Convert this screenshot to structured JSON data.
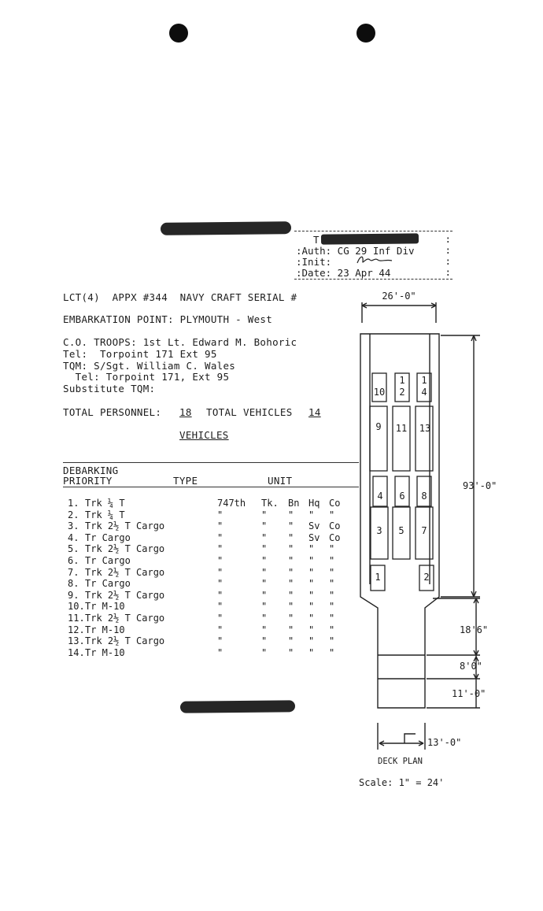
{
  "stamp": {
    "line1": "T",
    "auth": ":Auth: CG 29 Inf Div",
    "init": ":Init:",
    "date": ":Date: 23 Apr 44"
  },
  "header": {
    "craft": "LCT(4)  APPX #344  NAVY CRAFT SERIAL #",
    "embarkation": "EMBARKATION POINT: PLYMOUTH - West",
    "co_troops": "C.O. TROOPS: 1st Lt. Edward M. Bohoric",
    "tel_1": "Tel:  Torpoint 171 Ext 95",
    "tqm": "TQM: S/Sgt. William C. Wales",
    "tel_2": "  Tel: Torpoint 171, Ext 95",
    "substitute": "Substitute TQM:",
    "total_personnel_label": "TOTAL PERSONNEL:",
    "total_personnel": "18",
    "total_vehicles_label": "TOTAL VEHICLES",
    "total_vehicles": "14",
    "vehicles_heading": "VEHICLES"
  },
  "table": {
    "col_priority_1": "DEBARKING",
    "col_priority_2": "PRIORITY",
    "col_type": "TYPE",
    "col_unit": "UNIT",
    "rows": [
      {
        "n": "1.",
        "type": "Trk ¼ T",
        "u1": "747th",
        "u2": "Tk.",
        "u3": "Bn",
        "u4": "Hq",
        "u5": "Co"
      },
      {
        "n": "2.",
        "type": "Trk ¼ T",
        "u1": "\"",
        "u2": "\"",
        "u3": "\"",
        "u4": "\"",
        "u5": "\""
      },
      {
        "n": "3.",
        "type": "Trk 2½ T Cargo",
        "u1": "\"",
        "u2": "\"",
        "u3": "\"",
        "u4": "Sv",
        "u5": "Co"
      },
      {
        "n": "4.",
        "type": "Tr Cargo",
        "u1": "\"",
        "u2": "\"",
        "u3": "\"",
        "u4": "Sv",
        "u5": "Co"
      },
      {
        "n": "5.",
        "type": "Trk 2½ T Cargo",
        "u1": "\"",
        "u2": "\"",
        "u3": "\"",
        "u4": "\"",
        "u5": "\""
      },
      {
        "n": "6.",
        "type": "Tr Cargo",
        "u1": "\"",
        "u2": "\"",
        "u3": "\"",
        "u4": "\"",
        "u5": "\""
      },
      {
        "n": "7.",
        "type": "Trk 2½ T Cargo",
        "u1": "\"",
        "u2": "\"",
        "u3": "\"",
        "u4": "\"",
        "u5": "\""
      },
      {
        "n": "8.",
        "type": "Tr Cargo",
        "u1": "\"",
        "u2": "\"",
        "u3": "\"",
        "u4": "\"",
        "u5": "\""
      },
      {
        "n": "9.",
        "type": "Trk 2½ T Cargo",
        "u1": "\"",
        "u2": "\"",
        "u3": "\"",
        "u4": "\"",
        "u5": "\""
      },
      {
        "n": "10.",
        "type": "Tr M-10",
        "u1": "\"",
        "u2": "\"",
        "u3": "\"",
        "u4": "\"",
        "u5": "\""
      },
      {
        "n": "11.",
        "type": "Trk 2½ T Cargo",
        "u1": "\"",
        "u2": "\"",
        "u3": "\"",
        "u4": "\"",
        "u5": "\""
      },
      {
        "n": "12.",
        "type": "Tr M-10",
        "u1": "\"",
        "u2": "\"",
        "u3": "\"",
        "u4": "\"",
        "u5": "\""
      },
      {
        "n": "13.",
        "type": "Trk 2½ T Cargo",
        "u1": "\"",
        "u2": "\"",
        "u3": "\"",
        "u4": "\"",
        "u5": "\""
      },
      {
        "n": "14.",
        "type": "Tr M-10",
        "u1": "\"",
        "u2": "\"",
        "u3": "\"",
        "u4": "\"",
        "u5": "\""
      }
    ]
  },
  "deck_plan": {
    "beam": "26'-0\"",
    "length": "93'-0\"",
    "dim_ramp_1": "18'6\"",
    "dim_ramp_2": "8'0\"",
    "dim_ramp_3": "11'-0\"",
    "dim_ramp_width": "13'-0\"",
    "title": "DECK PLAN",
    "scale": "Scale: 1\" = 24'",
    "slots": {
      "s1": "1",
      "s2": "2",
      "s3": "3",
      "s4": "4",
      "s5": "5",
      "s6": "6",
      "s7": "7",
      "s8": "8",
      "s9": "9",
      "s10": "10",
      "s11": "11",
      "s12": "12",
      "s13": "13",
      "s14": "14"
    }
  }
}
